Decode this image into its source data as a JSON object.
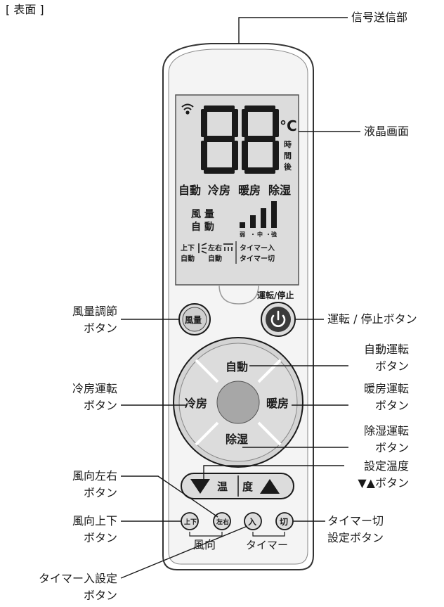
{
  "corner_label": "[ 表面 ]",
  "lcd": {
    "digits": "88",
    "unit": "°C",
    "timer_chars": [
      "時",
      "間",
      "後"
    ],
    "modes": [
      "自動",
      "冷房",
      "暖房",
      "除湿"
    ],
    "fan_label_1": "風 量",
    "fan_label_2": "自 動",
    "fan_level_labels": [
      "弱",
      "・",
      "中",
      "・",
      "強"
    ],
    "vswing_1": "上下",
    "vswing_2": "自動",
    "hswing_1": "左右",
    "hswing_2": "自動",
    "timer_on": "タイマー入",
    "timer_off": "タイマー切"
  },
  "buttons": {
    "power_caption": "運転/停止",
    "fan": "風量",
    "auto": "自動",
    "cool": "冷房",
    "heat": "暖房",
    "dry": "除湿",
    "temp_1": "温",
    "temp_2": "度",
    "updown": "上下",
    "leftright": "左右",
    "timer_on": "入",
    "timer_off": "切"
  },
  "group_labels": {
    "wind_direction": "風向",
    "timer": "タイマー"
  },
  "callouts": {
    "signal": "信号送信部",
    "lcd": "液晶画面",
    "fan_1": "風量調節",
    "fan_2": "ボタン",
    "power": "運転 / 停止ボタン",
    "auto_1": "自動運転",
    "auto_2": "ボタン",
    "cool_1": "冷房運転",
    "cool_2": "ボタン",
    "heat_1": "暖房運転",
    "heat_2": "ボタン",
    "dry_1": "除湿運転",
    "dry_2": "ボタン",
    "lr_1": "風向左右",
    "lr_2": "ボタン",
    "temp_1": "設定温度",
    "temp_2": "▼▲ボタン",
    "ud_1": "風向上下",
    "ud_2": "ボタン",
    "timeroff_1": "タイマー切",
    "timeroff_2": "設定ボタン",
    "timeron_1": "タイマー入設定",
    "timeron_2": "ボタン"
  }
}
